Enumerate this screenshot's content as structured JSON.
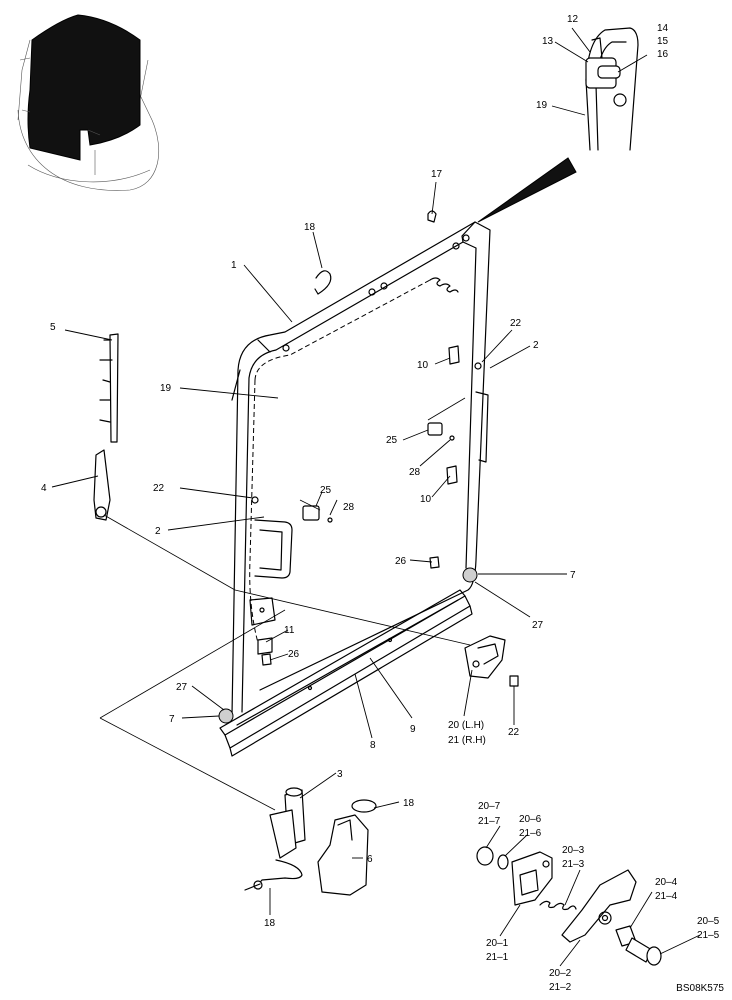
{
  "diagram": {
    "drawing_code": "BS08K575",
    "callouts": {
      "c1": "1",
      "c2a": "2",
      "c2b": "2",
      "c3": "3",
      "c4": "4",
      "c5": "5",
      "c6": "6",
      "c7a": "7",
      "c7b": "7",
      "c8": "8",
      "c9": "9",
      "c10a": "10",
      "c10b": "10",
      "c11": "11",
      "c12": "12",
      "c13": "13",
      "c14": "14",
      "c15": "15",
      "c16": "16",
      "c17": "17",
      "c18a": "18",
      "c18b": "18",
      "c18c": "18",
      "c19a": "19",
      "c19b": "19",
      "c20lh": "20 (L.H)",
      "c21rh": "21 (R.H)",
      "c22a": "22",
      "c22b": "22",
      "c22c": "22",
      "c25a": "25",
      "c25b": "25",
      "c26a": "26",
      "c26b": "26",
      "c27a": "27",
      "c27b": "27",
      "c28a": "28",
      "c28b": "28",
      "c20_7": "20–7",
      "c21_7": "21–7",
      "c20_6": "20–6",
      "c21_6": "21–6",
      "c20_3": "20–3",
      "c21_3": "21–3",
      "c20_4": "20–4",
      "c21_4": "21–4",
      "c20_5": "20–5",
      "c21_5": "21–5",
      "c20_1": "20–1",
      "c21_1": "21–1",
      "c20_2": "20–2",
      "c21_2": "21–2"
    }
  }
}
